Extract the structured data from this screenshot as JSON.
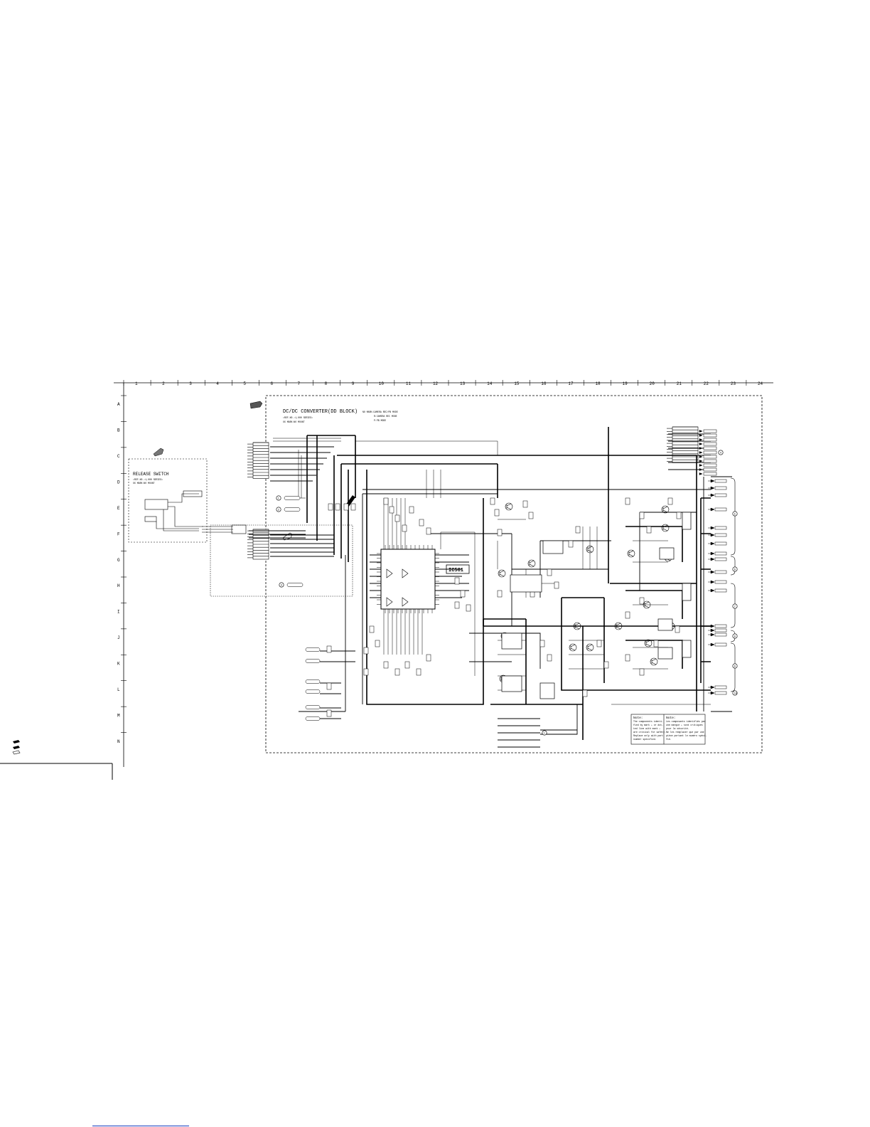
{
  "schematic": {
    "title": "DC/DC CONVERTER(DD BLOCK)",
    "ref_note": "•REF.NO.:1,000 SERIES•",
    "mount_note": "XX MARK:NO MOUNT",
    "mode_legend": [
      "NO MARK:CAMERA REC/PB MODE",
      "R:CAMERA REC MODE",
      "P:PB MODE"
    ],
    "ic_label": "IC501",
    "columns": [
      "1",
      "2",
      "3",
      "4",
      "5",
      "6",
      "7",
      "8",
      "9",
      "10",
      "11",
      "12",
      "13",
      "14",
      "15",
      "16",
      "17",
      "18",
      "19",
      "20",
      "21",
      "22",
      "23",
      "24"
    ],
    "rows": [
      "A",
      "B",
      "C",
      "D",
      "E",
      "F",
      "G",
      "H",
      "I",
      "J",
      "K",
      "L",
      "M",
      "N"
    ],
    "release_switch": {
      "title": "RELEASE SWITCH",
      "ref_note": "•REF.NO.:1,000 SERIES•",
      "mount_note": "XX MARK:NO MOUNT"
    },
    "notes": [
      {
        "heading": "Note:",
        "lines": [
          "The components identi-",
          "fied by mark ⚠ or dot-",
          "ted line with mark ⚠",
          "are critical for safety.",
          "Replace only with part",
          "number specified."
        ]
      },
      {
        "heading": "Note:",
        "lines": [
          "Les composants identifiés par",
          "une marque ⚠ sont critiques",
          "pour la sécurité.",
          "Ne les remplacer que par une",
          "pièce portant le numéro spéci-",
          "fié."
        ]
      }
    ],
    "circled_refs": [
      "1",
      "2",
      "3",
      "4",
      "5",
      "6",
      "7",
      "8",
      "9",
      "10"
    ]
  },
  "colors": {
    "ink": "#000000",
    "paper": "#ffffff",
    "link_underline": "#1a3fbf"
  },
  "icons": [
    "hand-pointer-icon",
    "pencil-icon",
    "legend-arrow-icon"
  ]
}
